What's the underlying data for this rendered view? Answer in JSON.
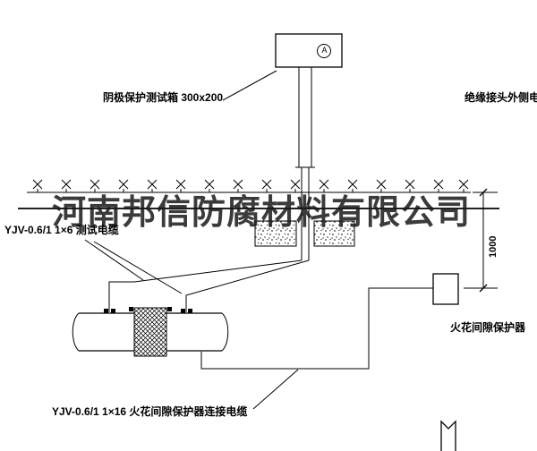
{
  "company_watermark": "河南邦信防腐材料有限公司",
  "labels": {
    "test_box": "阴极保护测试箱 300x200",
    "insulated_joint_cable": "绝缘接头外侧电缆",
    "test_cable": "YJV-0.6/1 1×6  测试电缆",
    "protector": "火花间隙保护器",
    "protector_cable": "YJV-0.6/1 1×16  火花间隙保护器连接电缆",
    "dimension": "1000",
    "ammeter_symbol": "A"
  },
  "colors": {
    "line": "#000000",
    "background": "#ffffff",
    "watermark": "#1a1a1a"
  }
}
